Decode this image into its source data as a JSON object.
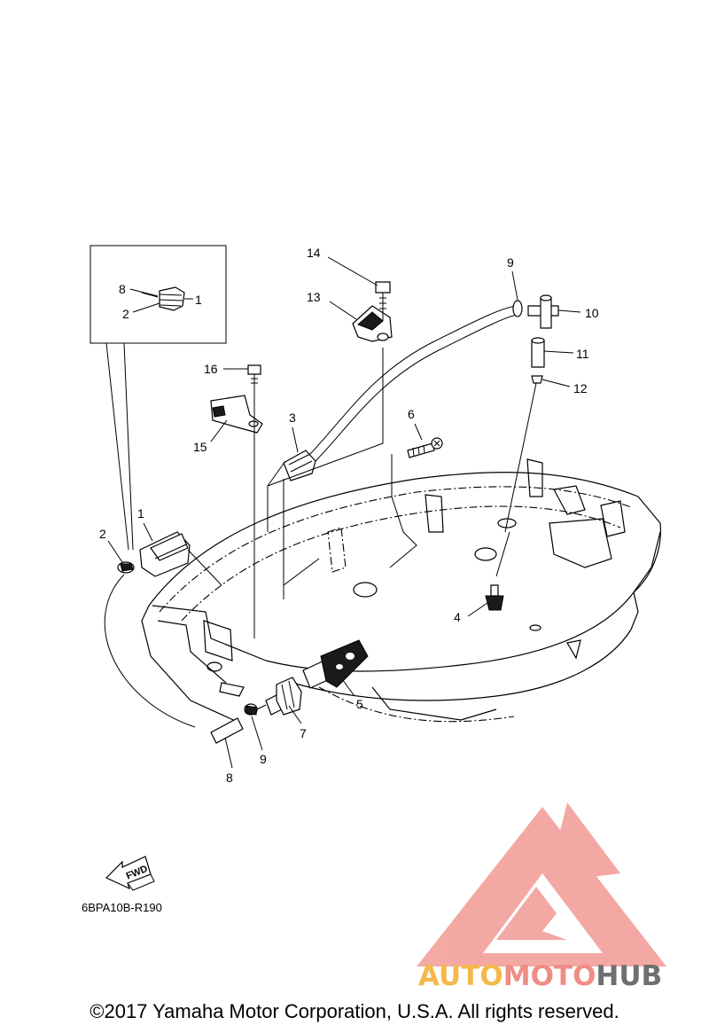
{
  "diagram": {
    "drawing_code": "6BPA10B-R190",
    "fwd_label": "FWD",
    "callouts": {
      "c1_inset": "1",
      "c2_inset": "2",
      "c8_inset": "8",
      "c1": "1",
      "c2": "2",
      "c3": "3",
      "c4": "4",
      "c5": "5",
      "c6": "6",
      "c7": "7",
      "c8": "8",
      "c9_low": "9",
      "c9_top": "9",
      "c10": "10",
      "c11": "11",
      "c12": "12",
      "c13": "13",
      "c14": "14",
      "c15": "15",
      "c16": "16"
    }
  },
  "watermark": {
    "part1": "AUTO",
    "part2": "MOTO",
    "part3": "HUB",
    "colors": {
      "auto": "#f5b84a",
      "moto": "#f08c86",
      "hub": "#6f6f6f",
      "logo": "#f08c86"
    }
  },
  "footer": {
    "copyright": "©2017 Yamaha Motor Corporation, U.S.A. All rights reserved."
  }
}
